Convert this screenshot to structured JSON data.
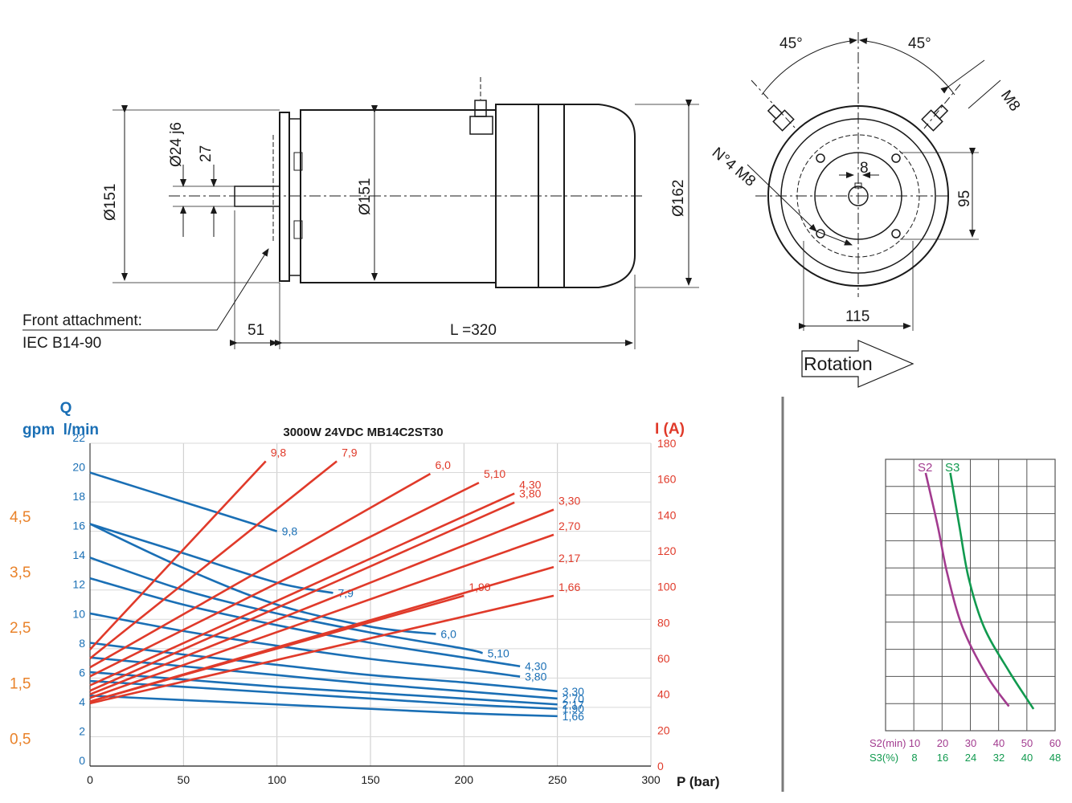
{
  "drawing": {
    "side_view": {
      "dia_front": "Ø151",
      "dia_shaft": "Ø24 j6",
      "key_height": "27",
      "dia_body": "Ø151",
      "dia_rear": "Ø162",
      "front_attachment_label": "Front attachment:",
      "front_attachment_value": "IEC B14-90",
      "shaft_length": "51",
      "length": "L =320"
    },
    "front_view": {
      "angle_left": "45°",
      "angle_right": "45°",
      "thread": "M8",
      "holes": "N°4 M8",
      "key_width": "8",
      "height_dim": "95",
      "width_dim": "115",
      "rotation": "Rotation"
    }
  },
  "colors": {
    "flow": "#1a6fb5",
    "current": "#e03a2a",
    "gpm": "#e9822a",
    "s2": "#a23b8f",
    "s3": "#119a4f"
  },
  "chart_data": [
    {
      "type": "line",
      "title": "3000W 24VDC MB14C2ST30",
      "xlabel": "P (bar)",
      "ylabel_left_q": "Q",
      "ylabel_left_units": "gpm  l/min",
      "ylabel_right": "I (A)",
      "x_ticks": [
        0,
        50,
        100,
        150,
        200,
        250,
        300
      ],
      "xlim": [
        0,
        300
      ],
      "y_lmin_ticks": [
        0,
        2,
        4,
        6,
        8,
        10,
        12,
        14,
        16,
        18,
        20,
        22
      ],
      "ylim_lmin": [
        0,
        22
      ],
      "y_gpm_ticks": [
        "4,5",
        "3,5",
        "2,5",
        "1,5",
        "0,5"
      ],
      "y_gpm_values": [
        4.5,
        3.5,
        2.5,
        1.5,
        0.5
      ],
      "y_current_ticks": [
        0,
        20,
        40,
        60,
        80,
        100,
        120,
        140,
        160,
        180
      ],
      "ylim_current": [
        0,
        180
      ],
      "flow_series": [
        {
          "name": "9,8",
          "label": "9,8",
          "x": [
            0,
            50,
            100
          ],
          "y": [
            20,
            18,
            16
          ]
        },
        {
          "name": "7,9",
          "label": "7,9",
          "x": [
            0,
            50,
            100,
            130
          ],
          "y": [
            16.5,
            14.5,
            12.5,
            11.8
          ]
        },
        {
          "name": "6,0",
          "label": "6,0",
          "x": [
            0,
            50,
            100,
            150,
            185
          ],
          "y": [
            16.5,
            13.5,
            11,
            9.5,
            9.0
          ]
        },
        {
          "name": "5,10",
          "label": "5,10",
          "x": [
            0,
            50,
            100,
            150,
            200,
            210
          ],
          "y": [
            14.2,
            12,
            10.4,
            9.1,
            8.0,
            7.7
          ]
        },
        {
          "name": "4,30",
          "label": "4,30",
          "x": [
            0,
            50,
            100,
            150,
            200,
            230
          ],
          "y": [
            12.8,
            11,
            9.6,
            8.4,
            7.4,
            6.8
          ]
        },
        {
          "name": "3,80",
          "label": "3,80",
          "x": [
            0,
            50,
            100,
            150,
            200,
            230
          ],
          "y": [
            10.4,
            9.2,
            8.2,
            7.3,
            6.6,
            6.1
          ]
        },
        {
          "name": "3,30",
          "label": "3,30",
          "x": [
            0,
            50,
            100,
            150,
            200,
            250
          ],
          "y": [
            8.4,
            7.6,
            6.9,
            6.2,
            5.7,
            5.1
          ]
        },
        {
          "name": "2,70",
          "label": "2,70",
          "x": [
            0,
            50,
            100,
            150,
            200,
            250
          ],
          "y": [
            7.4,
            6.8,
            6.2,
            5.6,
            5.1,
            4.6
          ]
        },
        {
          "name": "2,17",
          "label": "2,17",
          "x": [
            0,
            50,
            100,
            150,
            200,
            250
          ],
          "y": [
            6.4,
            5.9,
            5.4,
            5.0,
            4.6,
            4.2
          ]
        },
        {
          "name": "1,90",
          "label": "1,90",
          "x": [
            0,
            50,
            100,
            150,
            200,
            250
          ],
          "y": [
            5.8,
            5.4,
            5.0,
            4.6,
            4.2,
            3.9
          ]
        },
        {
          "name": "1,66",
          "label": "1,66",
          "x": [
            0,
            50,
            100,
            150,
            200,
            250
          ],
          "y": [
            4.8,
            4.5,
            4.2,
            3.9,
            3.6,
            3.4
          ]
        }
      ],
      "current_series": [
        {
          "name": "9,8",
          "label": "9,8",
          "x": [
            0,
            94
          ],
          "y": [
            65,
            170
          ]
        },
        {
          "name": "7,9",
          "label": "7,9",
          "x": [
            0,
            132
          ],
          "y": [
            60,
            170
          ]
        },
        {
          "name": "6,0",
          "label": "6,0",
          "x": [
            0,
            182
          ],
          "y": [
            55,
            163
          ]
        },
        {
          "name": "5,10",
          "label": "5,10",
          "x": [
            0,
            208
          ],
          "y": [
            50,
            158
          ]
        },
        {
          "name": "4,30",
          "label": "4,30",
          "x": [
            0,
            227
          ],
          "y": [
            45,
            152
          ]
        },
        {
          "name": "3,80",
          "label": "3,80",
          "x": [
            0,
            227
          ],
          "y": [
            42,
            147
          ]
        },
        {
          "name": "3,30",
          "label": "3,30",
          "x": [
            0,
            248
          ],
          "y": [
            40,
            143
          ]
        },
        {
          "name": "2,70",
          "label": "2,70",
          "x": [
            0,
            248
          ],
          "y": [
            38,
            129
          ]
        },
        {
          "name": "2,17",
          "label": "2,17",
          "x": [
            0,
            248
          ],
          "y": [
            36,
            111
          ]
        },
        {
          "name": "1,90",
          "label": "1,90",
          "x": [
            0,
            200
          ],
          "y": [
            36,
            95
          ]
        },
        {
          "name": "1,66",
          "label": "1,66",
          "x": [
            0,
            248
          ],
          "y": [
            35,
            95
          ]
        }
      ]
    },
    {
      "type": "line",
      "legend": [
        "S2",
        "S3"
      ],
      "x_s2_label": "S2(min)",
      "x_s2_ticks": [
        10,
        20,
        30,
        40,
        50,
        60
      ],
      "x_s3_label": "S3(%)",
      "x_s3_ticks": [
        8,
        16,
        24,
        32,
        40,
        48
      ],
      "grid": true,
      "series": [
        {
          "name": "S2",
          "x": [
            18,
            22,
            25,
            30,
            38,
            45
          ],
          "y": [
            9.5,
            7.5,
            5.8,
            3.8,
            2.0,
            0.9
          ]
        },
        {
          "name": "S3",
          "x": [
            26,
            29,
            32,
            37,
            45,
            53
          ],
          "y": [
            9.5,
            7.5,
            5.6,
            3.8,
            2.2,
            0.8
          ]
        }
      ]
    }
  ]
}
